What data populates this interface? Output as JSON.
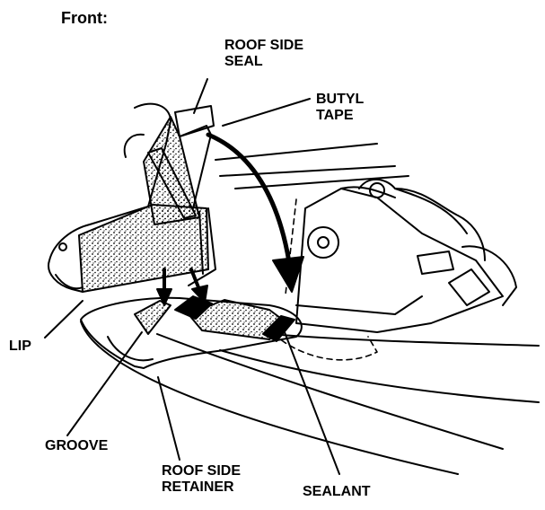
{
  "heading": "Front:",
  "labels": {
    "roof_side_seal": [
      "ROOF SIDE",
      "SEAL"
    ],
    "butyl_tape": [
      "BUTYL",
      "TAPE"
    ],
    "lip": "LIP",
    "groove": "GROOVE",
    "roof_side_retainer": [
      "ROOF SIDE",
      "RETAINER"
    ],
    "sealant": "SEALANT"
  },
  "colors": {
    "ink": "#000000",
    "paper": "#ffffff"
  }
}
